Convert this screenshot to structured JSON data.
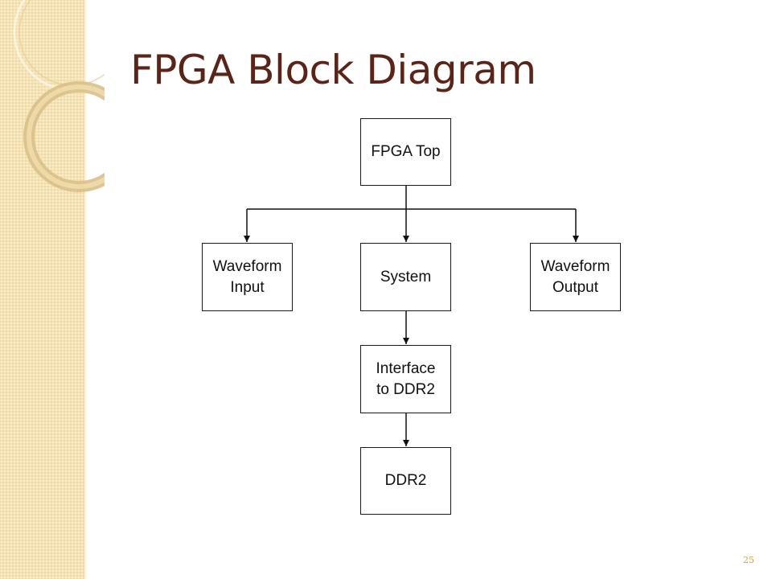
{
  "slide": {
    "title": "FPGA Block Diagram",
    "page_number": "25"
  },
  "diagram": {
    "blocks": {
      "fpga_top": "FPGA Top",
      "waveform_input": "Waveform\nInput",
      "system": "System",
      "waveform_output": "Waveform\nOutput",
      "interface_ddr2": "Interface\nto DDR2",
      "ddr2": "DDR2"
    },
    "edges": [
      {
        "from": "fpga_top",
        "to": "waveform_input"
      },
      {
        "from": "fpga_top",
        "to": "system"
      },
      {
        "from": "fpga_top",
        "to": "waveform_output"
      },
      {
        "from": "system",
        "to": "interface_ddr2"
      },
      {
        "from": "interface_ddr2",
        "to": "ddr2"
      }
    ]
  },
  "theme": {
    "title_color": "#5a2419",
    "sidebar_color": "#f6e3b4",
    "page_number_color": "#c9a84a"
  }
}
